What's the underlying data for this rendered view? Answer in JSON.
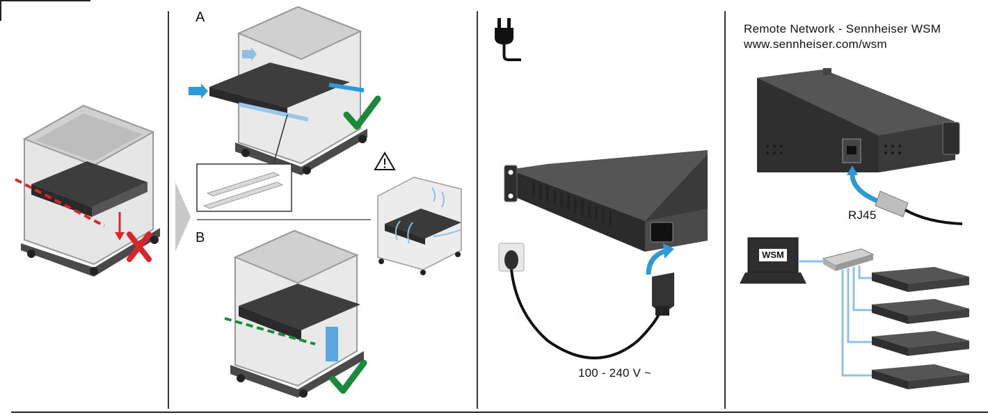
{
  "section_b": {
    "label_a": "A",
    "label_b": "B",
    "warning_glyph": "warning-triangle-icon"
  },
  "section_c": {
    "voltage": "100 - 240 V ~",
    "icon": "power-plug-icon"
  },
  "section_d": {
    "heading_line1": "Remote Network - Sennheiser WSM",
    "heading_line2": "www.sennheiser.com/wsm",
    "connector_label": "RJ45",
    "laptop_screen_label": "WSM"
  },
  "colors": {
    "accent_blue": "#2e9ad6",
    "check_green": "#1a8a3a",
    "cross_red": "#d8262b",
    "cabinet_gray": "#d9d9d9",
    "device_dark": "#3a3a3a"
  }
}
